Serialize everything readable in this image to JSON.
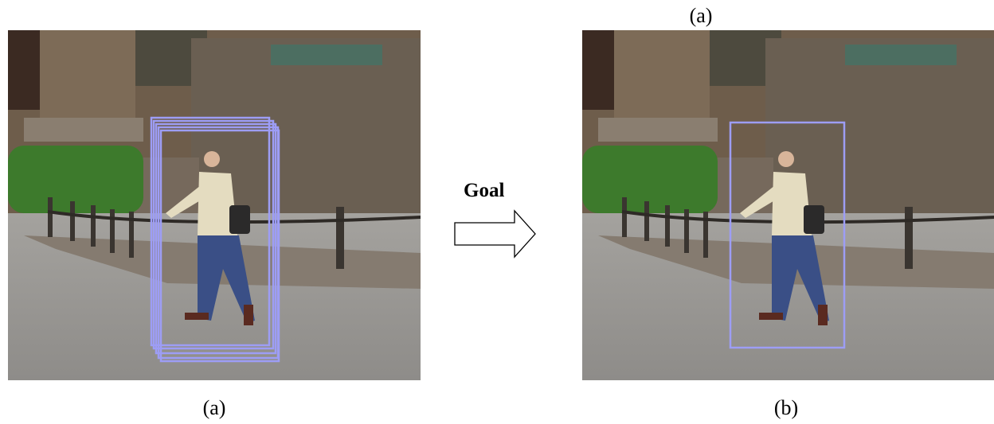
{
  "figure": {
    "top_caption": "(a)",
    "left_caption": "(a)",
    "right_caption": "(b)",
    "arrow_label": "Goal"
  },
  "colors": {
    "box_stroke": "#9d9df5",
    "sky_wall": "#6b5b4a",
    "stone": "#6a5e52",
    "hedge": "#3d7a2c",
    "pavement": "#9a9894"
  },
  "panels": [
    {
      "id": "a",
      "content": "photo-pedestrian-walking-multiple-candidate-boxes"
    },
    {
      "id": "b",
      "content": "photo-pedestrian-walking-single-goal-box"
    }
  ]
}
